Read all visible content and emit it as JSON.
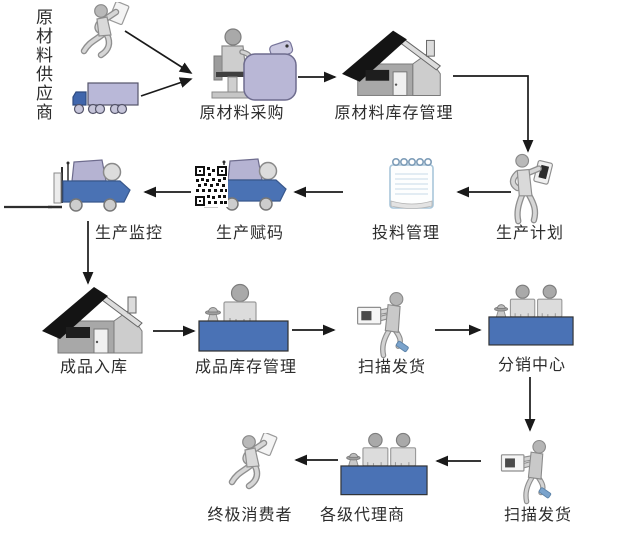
{
  "diagram": {
    "type": "supply-chain-flowchart",
    "background": "#ffffff",
    "nodes": [
      {
        "id": "supplier",
        "label": "原材料供应商",
        "icon": "running-person-icon+truck-icon"
      },
      {
        "id": "purchase",
        "label": "原材料采购",
        "icon": "operator-terminal-icon"
      },
      {
        "id": "raw_inventory",
        "label": "原材料库存管理",
        "icon": "warehouse-house-icon"
      },
      {
        "id": "plan",
        "label": "生产计划",
        "icon": "person-with-tablet-icon"
      },
      {
        "id": "feeding",
        "label": "投料管理",
        "icon": "notepad-icon"
      },
      {
        "id": "coding",
        "label": "生产赋码",
        "icon": "qr-code-forklift-icon"
      },
      {
        "id": "monitoring",
        "label": "生产监控",
        "icon": "forklift-icon"
      },
      {
        "id": "warehouse_in",
        "label": "成品入库",
        "icon": "warehouse-house-icon"
      },
      {
        "id": "finished_inventory",
        "label": "成品库存管理",
        "icon": "counter-one-person-icon"
      },
      {
        "id": "scan_shipping",
        "label": "扫描发货",
        "icon": "scanner-person-icon"
      },
      {
        "id": "distribution",
        "label": "分销中心",
        "icon": "counter-two-persons-icon"
      },
      {
        "id": "scan_shipping_2",
        "label": "扫描发货",
        "icon": "scanner-person-icon"
      },
      {
        "id": "agents",
        "label": "各级代理商",
        "icon": "counter-two-persons-icon"
      },
      {
        "id": "consumer",
        "label": "终极消费者",
        "icon": "running-person-icon"
      }
    ],
    "edges": [
      {
        "from": "supplier",
        "to": "purchase"
      },
      {
        "from": "supplier",
        "to": "purchase"
      },
      {
        "from": "purchase",
        "to": "raw_inventory"
      },
      {
        "from": "raw_inventory",
        "to": "plan"
      },
      {
        "from": "plan",
        "to": "feeding"
      },
      {
        "from": "feeding",
        "to": "coding"
      },
      {
        "from": "coding",
        "to": "monitoring"
      },
      {
        "from": "monitoring",
        "to": "warehouse_in"
      },
      {
        "from": "warehouse_in",
        "to": "finished_inventory"
      },
      {
        "from": "finished_inventory",
        "to": "scan_shipping"
      },
      {
        "from": "scan_shipping",
        "to": "distribution"
      },
      {
        "from": "distribution",
        "to": "scan_shipping_2"
      },
      {
        "from": "scan_shipping_2",
        "to": "agents"
      },
      {
        "from": "agents",
        "to": "consumer"
      }
    ],
    "colors": {
      "counter_blue": "#4a72b5",
      "forklift_body_blue": "#4a72b4",
      "truck_cab_blue": "#4066ac",
      "lavender_machine": "#b9b7d6",
      "figure_gray": "#d6d6d6",
      "arrow_black": "#1a1a1a",
      "roof_black": "#141414",
      "notepad_edge_blue": "#a9c6da"
    }
  }
}
